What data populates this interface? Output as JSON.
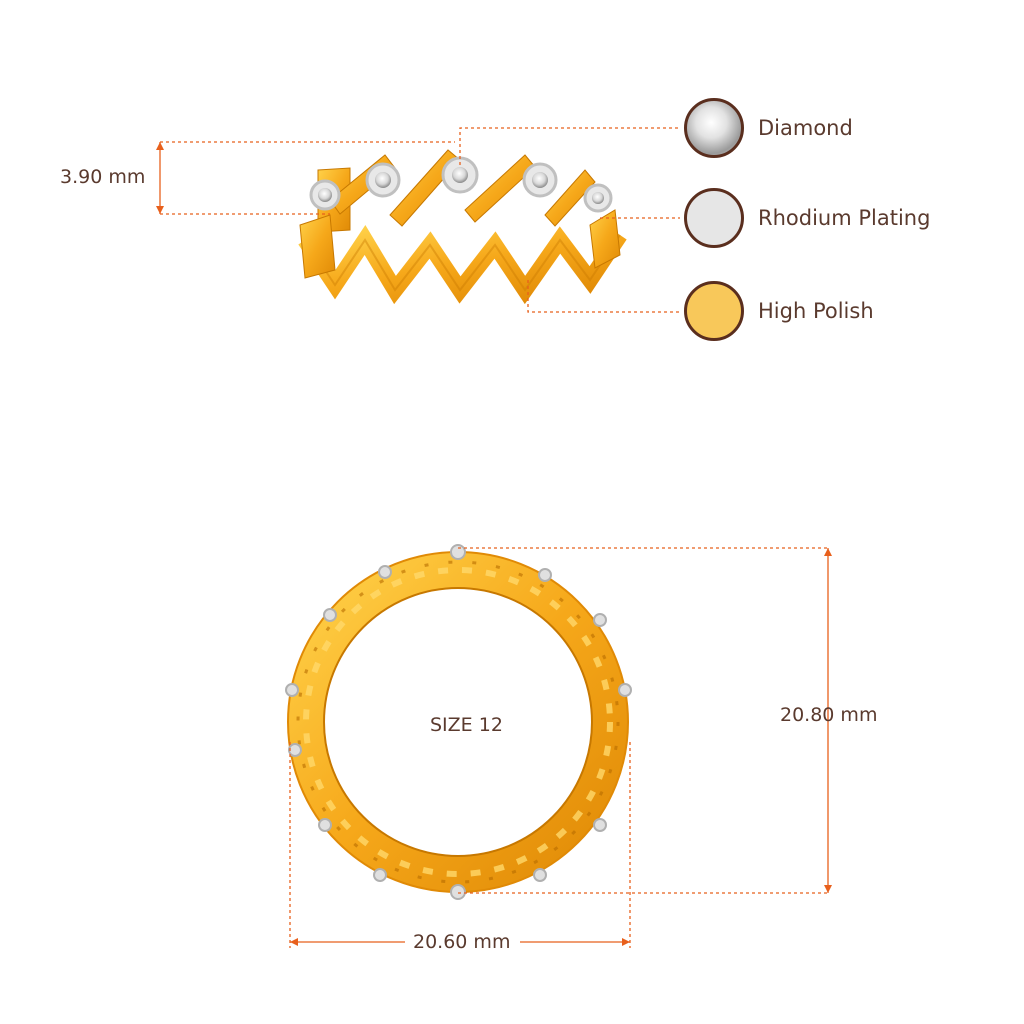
{
  "legend": [
    {
      "label": "Diamond",
      "icon": "diamond-icon",
      "color": "#e8e8e8"
    },
    {
      "label": "Rhodium Plating",
      "icon": "rhodium-swatch-icon",
      "color": "#e6e6e6"
    },
    {
      "label": "High Polish",
      "icon": "high-polish-swatch-icon",
      "color": "#f8c85a"
    }
  ],
  "dimensions": {
    "height": "3.90 mm",
    "outer_height": "20.80 mm",
    "outer_width": "20.60 mm",
    "size": "SIZE 12"
  },
  "colors": {
    "dimension_line": "#e8601c",
    "text": "#5a3a2e",
    "gold": "#f6a81a",
    "gold_dark": "#d98a0a",
    "swatch_border": "#5a2e1e"
  }
}
